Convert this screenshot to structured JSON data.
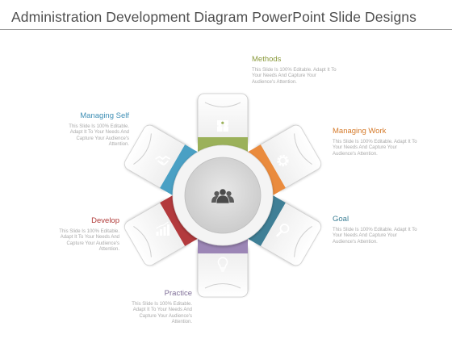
{
  "title": "Administration Development Diagram PowerPoint Slide Designs",
  "colors": {
    "methods": "#9bb15a",
    "managing_work": "#ea8b3d",
    "goal": "#3f7f96",
    "practice": "#9c86b6",
    "develop": "#b33a3d",
    "managing_self": "#4aa0c4",
    "methods_text": "#8a9a3c",
    "managing_work_text": "#d57a2a",
    "goal_text": "#3c7f95",
    "practice_text": "#7f6f98",
    "develop_text": "#b03a38",
    "managing_self_text": "#3f8fb5"
  },
  "segments": {
    "methods": {
      "label": "Methods",
      "desc": "This Slide Is 100% Editable. Adapt It To Your Needs And Capture Your Audience's Attention.",
      "icon": "puzzle-icon"
    },
    "managing_work": {
      "label": "Managing Work",
      "desc": "This Slide Is 100% Editable. Adapt It To Your Needs And Capture Your Audience's Attention.",
      "icon": "gear-icon"
    },
    "goal": {
      "label": "Goal",
      "desc": "This Slide Is 100% Editable. Adapt It To Your Needs And Capture Your Audience's Attention.",
      "icon": "magnifier-icon"
    },
    "practice": {
      "label": "Practice",
      "desc": "This Slide Is 100% Editable. Adapt It To Your Needs And Capture Your Audience's Attention.",
      "icon": "lightbulb-icon"
    },
    "develop": {
      "label": "Develop",
      "desc": "This Slide Is 100% Editable. Adapt It To Your Needs And Capture Your Audience's Attention.",
      "icon": "bar-chart-icon"
    },
    "managing_self": {
      "label": "Managing Self",
      "desc": "This Slide Is 100% Editable. Adapt It To Your Needs And Capture Your Audience's Attention.",
      "icon": "handshake-icon"
    }
  },
  "center_icon": "team-icon"
}
